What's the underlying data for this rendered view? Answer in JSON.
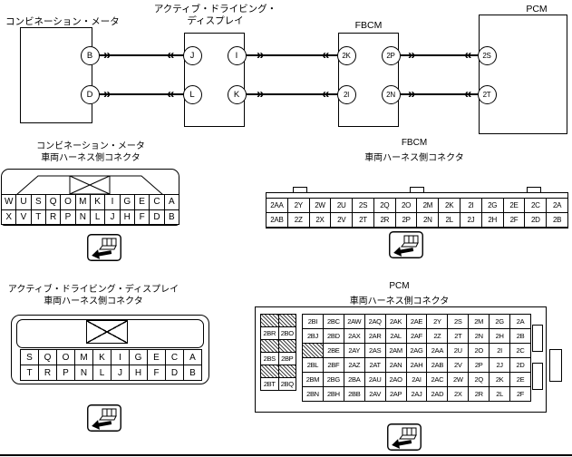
{
  "symbols": {
    "connector_out": "»",
    "connector_in": "«"
  },
  "wiring_diagram": {
    "modules": {
      "combination_meter": {
        "label": "コンビネーション・メータ",
        "pins": [
          "B",
          "D"
        ]
      },
      "active_driving_display": {
        "label_line1": "アクティブ・ドライビング・",
        "label_line2": "ディスプレイ",
        "left_pins": [
          "J",
          "L"
        ],
        "right_pins": [
          "I",
          "K"
        ]
      },
      "fbcm": {
        "label": "FBCM",
        "left_pins": [
          "2K",
          "2I"
        ],
        "right_pins": [
          "2P",
          "2N"
        ]
      },
      "pcm": {
        "label": "PCM",
        "pins": [
          "2S",
          "2T"
        ]
      }
    }
  },
  "connector_views": {
    "combination_meter": {
      "title_line1": "コンビネーション・メータ",
      "title_line2": "車両ハーネス側コネクタ",
      "pin_rows": [
        [
          "W",
          "U",
          "S",
          "Q",
          "O",
          "M",
          "K",
          "I",
          "G",
          "E",
          "C",
          "A"
        ],
        [
          "X",
          "V",
          "T",
          "R",
          "P",
          "N",
          "L",
          "J",
          "H",
          "F",
          "D",
          "B"
        ]
      ]
    },
    "fbcm": {
      "title_line1": "FBCM",
      "title_line2": "車両ハーネス側コネクタ",
      "pin_rows": [
        [
          "2AA",
          "2Y",
          "2W",
          "2U",
          "2S",
          "2Q",
          "2O",
          "2M",
          "2K",
          "2I",
          "2G",
          "2E",
          "2C",
          "2A"
        ],
        [
          "2AB",
          "2Z",
          "2X",
          "2V",
          "2T",
          "2R",
          "2P",
          "2N",
          "2L",
          "2J",
          "2H",
          "2F",
          "2D",
          "2B"
        ]
      ]
    },
    "active_driving_display": {
      "title_line1": "アクティブ・ドライビング・ディスプレイ",
      "title_line2": "車両ハーネス側コネクタ",
      "pin_rows": [
        [
          "S",
          "Q",
          "O",
          "M",
          "K",
          "I",
          "G",
          "E",
          "C",
          "A"
        ],
        [
          "T",
          "R",
          "P",
          "N",
          "L",
          "J",
          "H",
          "F",
          "D",
          "B"
        ]
      ]
    },
    "pcm": {
      "title_line1": "PCM",
      "title_line2": "車両ハーネス側コネクタ",
      "side_rows": [
        [
          "#",
          "#"
        ],
        [
          "2BR",
          "2BO"
        ],
        [
          "#",
          "#"
        ],
        [
          "2BS",
          "2BP"
        ],
        [
          "#",
          "#"
        ],
        [
          "2BT",
          "2BQ"
        ]
      ],
      "pin_rows": [
        [
          "2BI",
          "2BC",
          "2AW",
          "2AQ",
          "2AK",
          "2AE",
          "2Y",
          "2S",
          "2M",
          "2G",
          "2A"
        ],
        [
          "2BJ",
          "2BD",
          "2AX",
          "2AR",
          "2AL",
          "2AF",
          "2Z",
          "2T",
          "2N",
          "2H",
          "2B"
        ],
        [
          "#",
          "2BE",
          "2AY",
          "2AS",
          "2AM",
          "2AG",
          "2AA",
          "2U",
          "2O",
          "2I",
          "2C"
        ],
        [
          "2BL",
          "2BF",
          "2AZ",
          "2AT",
          "2AN",
          "2AH",
          "2AB",
          "2V",
          "2P",
          "2J",
          "2D"
        ],
        [
          "2BM",
          "2BG",
          "2BA",
          "2AU",
          "2AO",
          "2AI",
          "2AC",
          "2W",
          "2Q",
          "2K",
          "2E"
        ],
        [
          "2BN",
          "2BH",
          "2BB",
          "2AV",
          "2AP",
          "2AJ",
          "2AD",
          "2X",
          "2R",
          "2L",
          "2F"
        ]
      ]
    }
  }
}
